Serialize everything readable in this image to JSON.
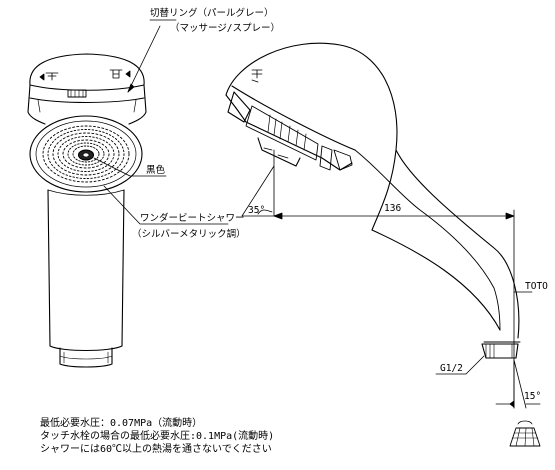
{
  "labels": {
    "switch_ring": "切替リング（パールグレー）",
    "switch_ring_sub": "（マッサージ/スプレー）",
    "black_color": "黒色",
    "wonder_beat": "ワンダービートシャワー",
    "wonder_beat_sub": "（シルバーメタリック調）",
    "brand": "TOTO",
    "thread": "G1/2",
    "angle_35": "35°",
    "dim_136": "136",
    "angle_15": "15°"
  },
  "notes": [
    "最低必要水圧：0.07MPa（流動時）",
    "タッチ水栓の場合の最低必要水圧:0.1MPa(流動時)",
    "シャワーには60℃以上の熱湯を通さないでください"
  ]
}
